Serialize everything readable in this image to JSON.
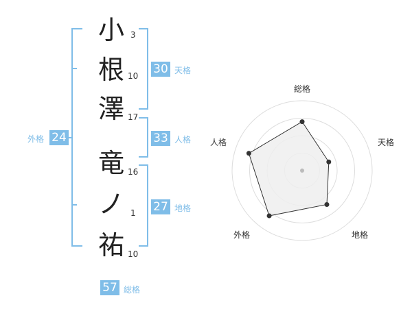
{
  "name_chars": [
    "小",
    "根",
    "澤",
    "竜",
    "ノ",
    "祐"
  ],
  "strokes": [
    "3",
    "10",
    "17",
    "16",
    "1",
    "10"
  ],
  "fortunes": {
    "tenkaku": {
      "label": "天格",
      "value": "30"
    },
    "jinkaku": {
      "label": "人格",
      "value": "33"
    },
    "chikaku": {
      "label": "地格",
      "value": "27"
    },
    "gaikaku": {
      "label": "外格",
      "value": "24"
    },
    "soukaku": {
      "label": "総格",
      "value": "57"
    }
  },
  "radar": {
    "axes": [
      "総格",
      "天格",
      "地格",
      "外格",
      "人格"
    ],
    "values": [
      0.7,
      0.4,
      0.6,
      0.8,
      0.8
    ],
    "rings": 4,
    "colors": {
      "ring": "#dddddd",
      "fill": "#eeeeee",
      "line": "#333333",
      "dot": "#333333",
      "center": "#bbbbbb"
    }
  },
  "colors": {
    "accent": "#7fbde8"
  }
}
